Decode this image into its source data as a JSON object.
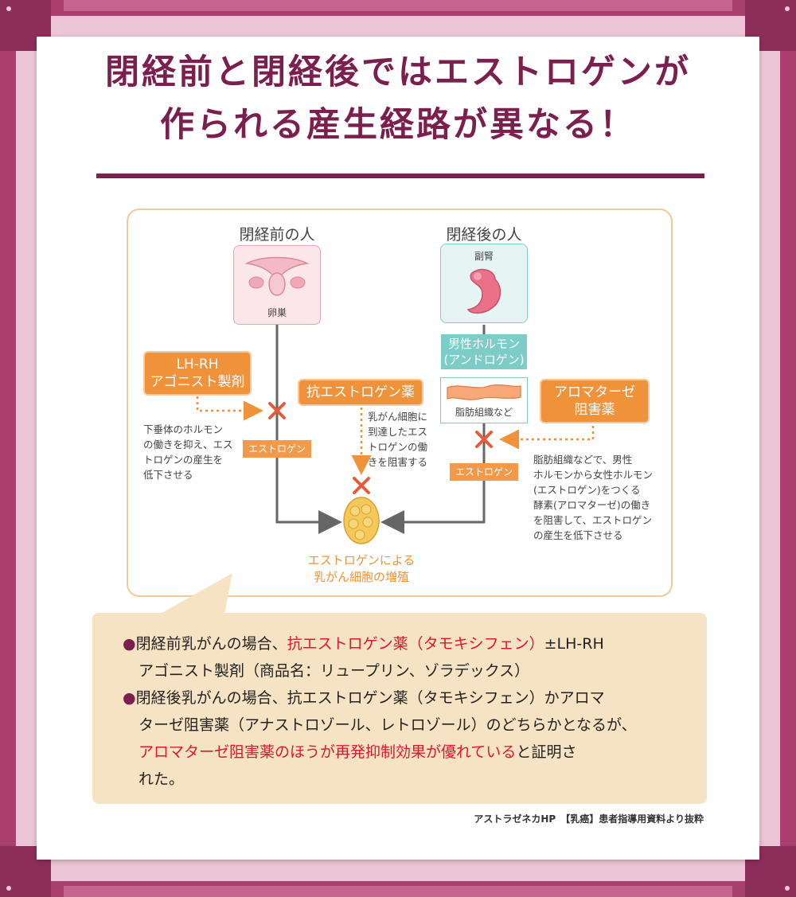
{
  "title": {
    "line1": "閉経前と閉経後ではエストロゲンが",
    "line2": "作られる産生経路が異なる！"
  },
  "diagram": {
    "left": {
      "title": "閉経前の人",
      "organ_label": "卵巣",
      "drug_label": [
        "LH-RH",
        "アゴニスト製剤"
      ],
      "estrogen_tag": "エストロゲン",
      "note": [
        "下垂体のホルモン",
        "の働きを抑え、エス",
        "トロゲンの産生を",
        "低下させる"
      ]
    },
    "center": {
      "drug_label": "抗エストロゲン薬",
      "note": [
        "乳がん細胞に",
        "到達したエス",
        "トロゲンの働",
        "きを阻害する"
      ],
      "result": [
        "エストロゲンによる",
        "乳がん細胞の増殖"
      ]
    },
    "right": {
      "title": "閉経後の人",
      "organ_label": "副腎",
      "hormone_label": [
        "男性ホルモン",
        "(アンドロゲン)"
      ],
      "tissue_label": "脂肪組織など",
      "drug_label": [
        "アロマターゼ",
        "阻害薬"
      ],
      "estrogen_tag": "エストロゲン",
      "note": [
        "脂肪組織などで、男性",
        "ホルモンから女性ホルモン",
        "(エストロゲン)をつくる",
        "酵素(アロマターゼ)の働き",
        "を阻害して、エストロゲン",
        "の産生を低下させる"
      ]
    }
  },
  "callout": {
    "bullet1": {
      "dot": "●",
      "a": "閉経前乳がんの場合、",
      "b_red": "抗エストロゲン薬（タモキシフェン）",
      "c": "±LH-RH",
      "line2": "アゴニスト製剤（商品名：リュープリン、ゾラデックス）"
    },
    "bullet2": {
      "dot": "●",
      "line1": "閉経後乳がんの場合、抗エストロゲン薬（タモキシフェン）かアロマ",
      "line2": "ターゼ阻害薬（アナストロゾール、レトロゾール）のどちらかとなるが、",
      "line3_red": "アロマターゼ阻害薬のほうが再発抑制効果が優れている",
      "line3_tail": "と証明さ",
      "line4": "れた。"
    }
  },
  "source": "アストラゼネカHP　【乳癌】患者指導用資料より抜粋",
  "colors": {
    "title": "#7b1f4f",
    "frame": "#a83f6e",
    "frame_light": "#ecc6d6",
    "orange": "#f0923a",
    "teal": "#7ccdc8",
    "callout_bg": "#f6e3c4",
    "red": "#e0162a"
  }
}
